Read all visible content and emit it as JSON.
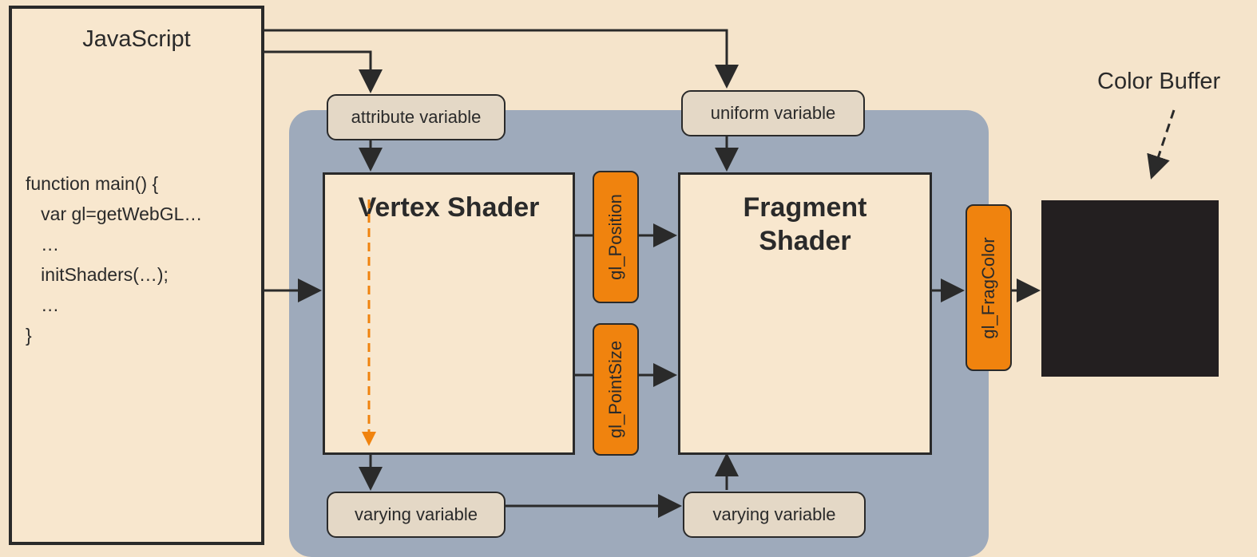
{
  "javascript": {
    "title": "JavaScript",
    "code": "function main() {\n   var gl=getWebGL…\n   …\n   initShaders(…);\n   …\n}"
  },
  "vertex_shader": {
    "title": "Vertex Shader"
  },
  "fragment_shader": {
    "title": "Fragment\nShader"
  },
  "variables": {
    "attribute": "attribute variable",
    "uniform": "uniform variable",
    "varying_out": "varying variable",
    "varying_in": "varying variable"
  },
  "builtins": {
    "position": "gl_Position",
    "point_size": "gl_PointSize",
    "frag_color": "gl_FragColor"
  },
  "color_buffer": {
    "label": "Color Buffer"
  },
  "colors": {
    "background": "#f5e4cb",
    "gpu_region": "#9eaabb",
    "builtin_orange": "#f0830e",
    "dark": "#2a2a2a"
  }
}
